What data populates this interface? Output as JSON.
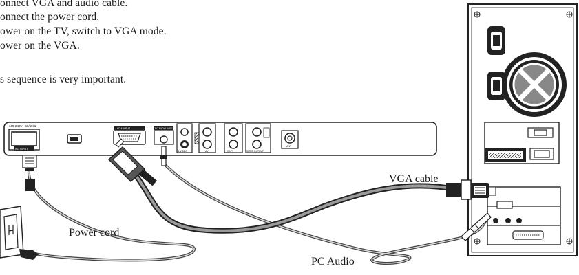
{
  "instructions": {
    "lines": [
      "onnect VGA  and audio cable.",
      "onnect the power cord.",
      "ower on the TV, switch  to VGA mode.",
      "ower on the VGA."
    ],
    "note": "s sequence is very important."
  },
  "labels": {
    "vga_cable": "VGA cable",
    "power_cord": "Power cord",
    "pc_audio": "PC Audio"
  },
  "tv_panel": {
    "ac_rating": "100-240V~  50/60Hz",
    "ac_input": "AC INPUT",
    "vga_port": "VGA INPUT",
    "pc_audio_port": "PC AUDIO INPUT",
    "svideo": "S-VIDEO",
    "av": "AV",
    "ypbpr": "YPbPr",
    "spdif": "SPDIF OUTPUT",
    "ant": "ANT"
  }
}
